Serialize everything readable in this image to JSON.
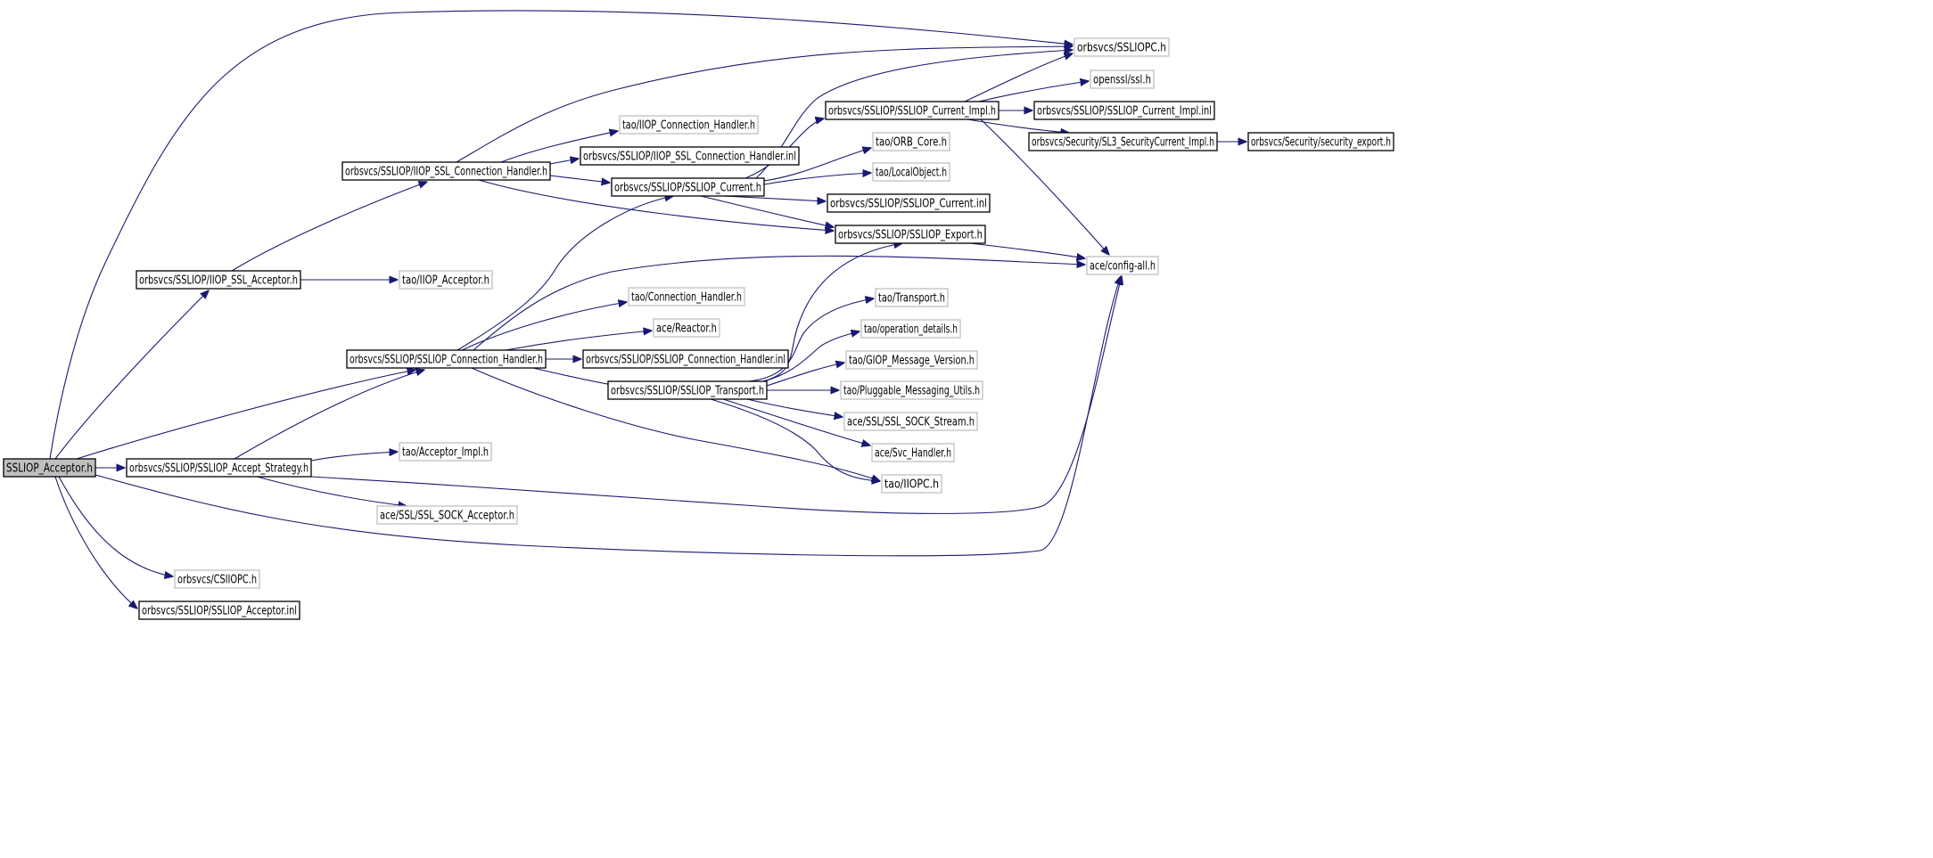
{
  "graph": {
    "title": "",
    "colors": {
      "edge": "#191970",
      "root_fill": "#bfbfbf",
      "documented_border": "#000000",
      "external_border": "#bfbfbf",
      "node_fill": "#ffffff"
    },
    "nodes": [
      {
        "id": "root",
        "label": "SSLIOP_Acceptor.h",
        "kind": "root"
      },
      {
        "id": "accept_strategy",
        "label": "orbsvcs/SSLIOP/SSLIOP_Accept_Strategy.h",
        "kind": "documented"
      },
      {
        "id": "iiop_ssl_acceptor",
        "label": "orbsvcs/SSLIOP/IIOP_SSL_Acceptor.h",
        "kind": "documented"
      },
      {
        "id": "iiop_ssl_conn_handler",
        "label": "orbsvcs/SSLIOP/IIOP_SSL_Connection_Handler.h",
        "kind": "documented"
      },
      {
        "id": "ssliop_conn_handler",
        "label": "orbsvcs/SSLIOP/SSLIOP_Connection_Handler.h",
        "kind": "documented"
      },
      {
        "id": "csiiopc",
        "label": "orbsvcs/CSIIOPC.h",
        "kind": "external"
      },
      {
        "id": "acceptor_inl",
        "label": "orbsvcs/SSLIOP/SSLIOP_Acceptor.inl",
        "kind": "documented"
      },
      {
        "id": "tao_iiop_acceptor",
        "label": "tao/IIOP_Acceptor.h",
        "kind": "external"
      },
      {
        "id": "tao_acceptor_impl",
        "label": "tao/Acceptor_Impl.h",
        "kind": "external"
      },
      {
        "id": "ssl_sock_acceptor",
        "label": "ace/SSL/SSL_SOCK_Acceptor.h",
        "kind": "external"
      },
      {
        "id": "tao_iiop_conn_handler",
        "label": "tao/IIOP_Connection_Handler.h",
        "kind": "external"
      },
      {
        "id": "iiop_ssl_conn_handler_inl",
        "label": "orbsvcs/SSLIOP/IIOP_SSL_Connection_Handler.inl",
        "kind": "documented"
      },
      {
        "id": "ssliop_current",
        "label": "orbsvcs/SSLIOP/SSLIOP_Current.h",
        "kind": "documented"
      },
      {
        "id": "tao_conn_handler",
        "label": "tao/Connection_Handler.h",
        "kind": "external"
      },
      {
        "id": "ace_reactor",
        "label": "ace/Reactor.h",
        "kind": "external"
      },
      {
        "id": "ssliop_conn_handler_inl",
        "label": "orbsvcs/SSLIOP/SSLIOP_Connection_Handler.inl",
        "kind": "documented"
      },
      {
        "id": "ssliop_transport",
        "label": "orbsvcs/SSLIOP/SSLIOP_Transport.h",
        "kind": "documented"
      },
      {
        "id": "ssliopc",
        "label": "orbsvcs/SSLIOPC.h",
        "kind": "external"
      },
      {
        "id": "openssl",
        "label": "openssl/ssl.h",
        "kind": "external"
      },
      {
        "id": "current_impl",
        "label": "orbsvcs/SSLIOP/SSLIOP_Current_Impl.h",
        "kind": "documented"
      },
      {
        "id": "current_impl_inl",
        "label": "orbsvcs/SSLIOP/SSLIOP_Current_Impl.inl",
        "kind": "documented"
      },
      {
        "id": "sl3_current_impl",
        "label": "orbsvcs/Security/SL3_SecurityCurrent_Impl.h",
        "kind": "documented"
      },
      {
        "id": "security_export",
        "label": "orbsvcs/Security/security_export.h",
        "kind": "documented"
      },
      {
        "id": "orb_core",
        "label": "tao/ORB_Core.h",
        "kind": "external"
      },
      {
        "id": "local_object",
        "label": "tao/LocalObject.h",
        "kind": "external"
      },
      {
        "id": "current_inl",
        "label": "orbsvcs/SSLIOP/SSLIOP_Current.inl",
        "kind": "documented"
      },
      {
        "id": "ssliop_export",
        "label": "orbsvcs/SSLIOP/SSLIOP_Export.h",
        "kind": "documented"
      },
      {
        "id": "config_all",
        "label": "ace/config-all.h",
        "kind": "external"
      },
      {
        "id": "tao_transport",
        "label": "tao/Transport.h",
        "kind": "external"
      },
      {
        "id": "op_details",
        "label": "tao/operation_details.h",
        "kind": "external"
      },
      {
        "id": "giop_msg_ver",
        "label": "tao/GIOP_Message_Version.h",
        "kind": "external"
      },
      {
        "id": "pluggable_msg",
        "label": "tao/Pluggable_Messaging_Utils.h",
        "kind": "external"
      },
      {
        "id": "ssl_sock_stream",
        "label": "ace/SSL/SSL_SOCK_Stream.h",
        "kind": "external"
      },
      {
        "id": "svc_handler",
        "label": "ace/Svc_Handler.h",
        "kind": "external"
      },
      {
        "id": "iiopc",
        "label": "tao/IIOPC.h",
        "kind": "external"
      }
    ],
    "edges": [
      {
        "from": "root",
        "to": "accept_strategy"
      },
      {
        "from": "root",
        "to": "iiop_ssl_acceptor"
      },
      {
        "from": "root",
        "to": "ssliop_conn_handler"
      },
      {
        "from": "root",
        "to": "ssliopc"
      },
      {
        "from": "root",
        "to": "config_all"
      },
      {
        "from": "root",
        "to": "csiiopc"
      },
      {
        "from": "root",
        "to": "acceptor_inl"
      },
      {
        "from": "accept_strategy",
        "to": "ssliop_conn_handler"
      },
      {
        "from": "accept_strategy",
        "to": "tao_acceptor_impl"
      },
      {
        "from": "accept_strategy",
        "to": "ssl_sock_acceptor"
      },
      {
        "from": "accept_strategy",
        "to": "config_all"
      },
      {
        "from": "iiop_ssl_acceptor",
        "to": "iiop_ssl_conn_handler"
      },
      {
        "from": "iiop_ssl_acceptor",
        "to": "tao_iiop_acceptor"
      },
      {
        "from": "iiop_ssl_conn_handler",
        "to": "ssliopc"
      },
      {
        "from": "iiop_ssl_conn_handler",
        "to": "tao_iiop_conn_handler"
      },
      {
        "from": "iiop_ssl_conn_handler",
        "to": "iiop_ssl_conn_handler_inl"
      },
      {
        "from": "iiop_ssl_conn_handler",
        "to": "ssliop_current"
      },
      {
        "from": "iiop_ssl_conn_handler",
        "to": "ssliop_export"
      },
      {
        "from": "ssliop_conn_handler",
        "to": "ssliop_current"
      },
      {
        "from": "ssliop_conn_handler",
        "to": "config_all"
      },
      {
        "from": "ssliop_conn_handler",
        "to": "tao_conn_handler"
      },
      {
        "from": "ssliop_conn_handler",
        "to": "ace_reactor"
      },
      {
        "from": "ssliop_conn_handler",
        "to": "ssliop_conn_handler_inl"
      },
      {
        "from": "ssliop_conn_handler",
        "to": "ssliop_transport"
      },
      {
        "from": "ssliop_conn_handler",
        "to": "iiopc"
      },
      {
        "from": "ssliop_current",
        "to": "ssliopc"
      },
      {
        "from": "ssliop_current",
        "to": "current_impl"
      },
      {
        "from": "ssliop_current",
        "to": "orb_core"
      },
      {
        "from": "ssliop_current",
        "to": "local_object"
      },
      {
        "from": "ssliop_current",
        "to": "current_inl"
      },
      {
        "from": "ssliop_current",
        "to": "ssliop_export"
      },
      {
        "from": "current_impl",
        "to": "ssliopc"
      },
      {
        "from": "current_impl",
        "to": "openssl"
      },
      {
        "from": "current_impl",
        "to": "current_impl_inl"
      },
      {
        "from": "current_impl",
        "to": "sl3_current_impl"
      },
      {
        "from": "current_impl",
        "to": "config_all"
      },
      {
        "from": "sl3_current_impl",
        "to": "security_export"
      },
      {
        "from": "ssliop_export",
        "to": "config_all"
      },
      {
        "from": "ssliop_transport",
        "to": "ssliop_export"
      },
      {
        "from": "ssliop_transport",
        "to": "tao_transport"
      },
      {
        "from": "ssliop_transport",
        "to": "op_details"
      },
      {
        "from": "ssliop_transport",
        "to": "giop_msg_ver"
      },
      {
        "from": "ssliop_transport",
        "to": "pluggable_msg"
      },
      {
        "from": "ssliop_transport",
        "to": "ssl_sock_stream"
      },
      {
        "from": "ssliop_transport",
        "to": "svc_handler"
      },
      {
        "from": "ssliop_transport",
        "to": "iiopc"
      }
    ]
  }
}
